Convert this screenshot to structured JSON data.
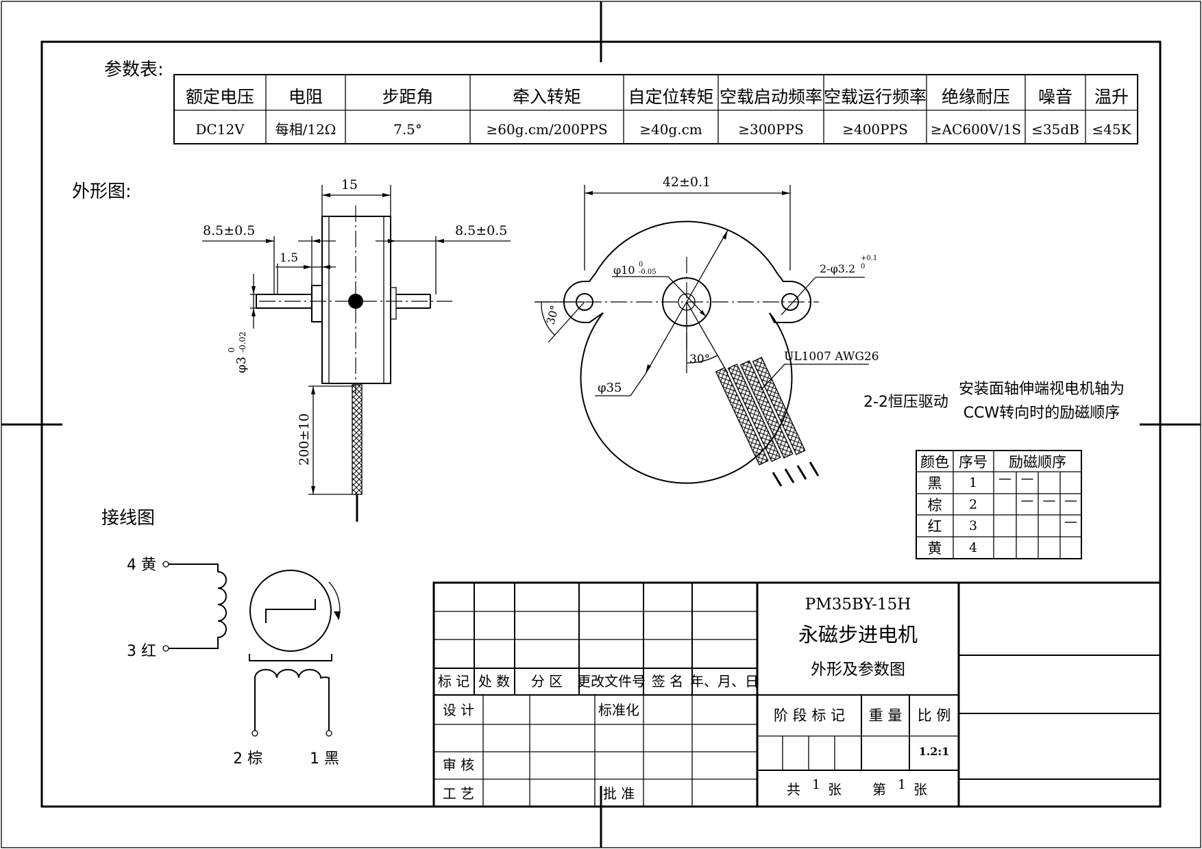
{
  "params": {
    "title": "参数表:",
    "headers": [
      "额定电压",
      "电阻",
      "步距角",
      "牵入转矩",
      "自定位转矩",
      "空载启动频率",
      "空载运行频率",
      "绝缘耐压",
      "噪音",
      "温升"
    ],
    "values": [
      "DC12V",
      "每相/12Ω",
      "7.5°",
      "≥60g.cm/200PPS",
      "≥40g.cm",
      "≥300PPS",
      "≥400PPS",
      "≥AC600V/1S",
      "≤35dB",
      "≤45K"
    ]
  },
  "outline": {
    "title": "外形图:",
    "side": {
      "width": "15",
      "left_ext": "8.5±0.5",
      "right_ext": "8.5±0.5",
      "step": "1.5",
      "shaft": "φ3",
      "shaft_tol_up": "0",
      "shaft_tol_low": "-0.02",
      "lead": "200±10"
    },
    "front": {
      "span": "42±0.1",
      "boss": "φ10",
      "boss_tol_up": "0",
      "boss_tol_low": "-0.05",
      "holes": "2-φ3.2",
      "holes_tol_up": "+0.1",
      "holes_tol_low": "0",
      "angle_left": "30°",
      "angle_wire": "30°",
      "body": "φ35",
      "wire": "UL1007  AWG26"
    }
  },
  "drive": {
    "mode": "2-2恒压驱动",
    "note_line1": "安装面轴伸端视电机轴为",
    "note_line2": "CCW转向时的励磁顺序"
  },
  "sequence": {
    "headers": [
      "颜色",
      "序号",
      "励磁顺序"
    ],
    "rows": [
      {
        "color": "黑",
        "num": "1",
        "dashes": [
          true,
          true,
          false,
          false
        ]
      },
      {
        "color": "棕",
        "num": "2",
        "dashes": [
          false,
          true,
          true,
          true
        ]
      },
      {
        "color": "红",
        "num": "3",
        "dashes": [
          false,
          false,
          false,
          true
        ]
      },
      {
        "color": "黄",
        "num": "4",
        "dashes": [
          false,
          false,
          false,
          false
        ]
      }
    ],
    "dash_glyph": "—"
  },
  "wiring": {
    "title": "接线图",
    "labels": [
      "4 黄",
      "3 红",
      "2 棕",
      "1 黑"
    ]
  },
  "titleblock": {
    "model": "PM35BY-15H",
    "name": "永磁步进电机",
    "subtitle": "外形及参数图",
    "revision_labels": [
      "标 记",
      "处 数",
      "分  区",
      "更改文件号",
      "签  名",
      "年、月、日"
    ],
    "roles": [
      "设 计",
      "标准化",
      "审 核",
      "工 艺",
      "批 准"
    ],
    "stage": "阶 段 标 记",
    "weight": "重 量",
    "ratio_label": "比 例",
    "ratio": "1.2:1",
    "sheets_total_label": "共",
    "sheets_total": "1",
    "sheet_unit": "张",
    "sheet_no_label": "第",
    "sheet_no": "1"
  }
}
